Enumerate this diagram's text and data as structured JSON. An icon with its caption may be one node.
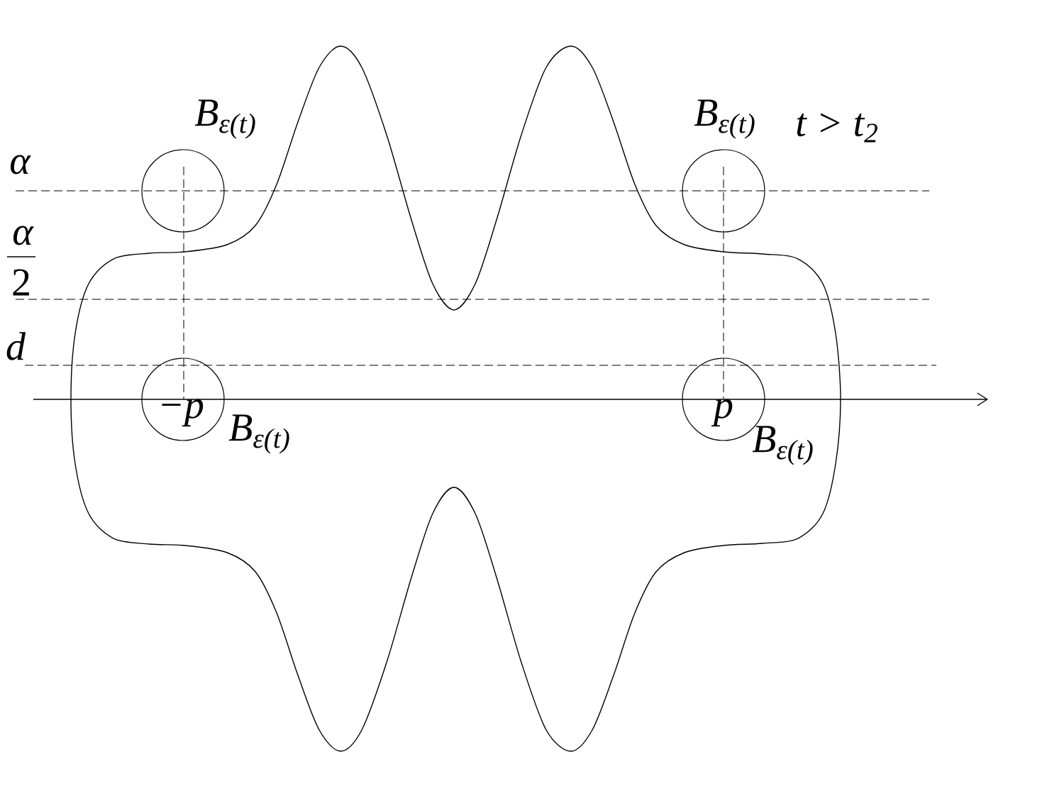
{
  "diagram": {
    "labels": [
      "B$_{ε(t)}$",
      "B$_{ε(t)}$",
      "t > t$_{2}$",
      "α",
      "α",
      "2",
      "d",
      "−p",
      "p",
      "B$_{ε(t)}$",
      "B$_{ε(t)}$"
    ]
  }
}
